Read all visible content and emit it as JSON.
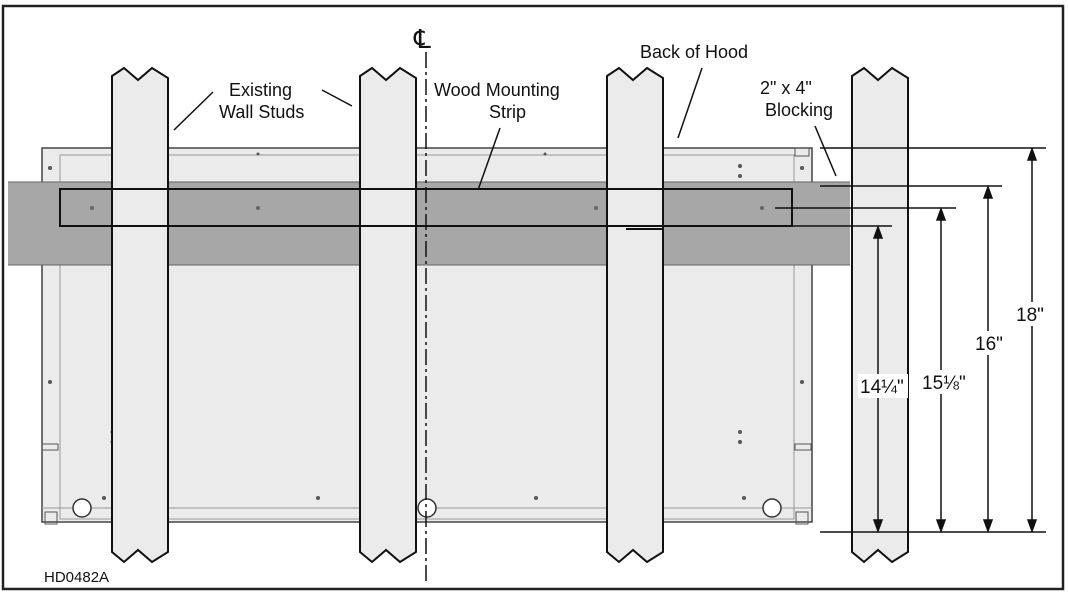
{
  "labels": {
    "existing_wall_studs": [
      "Existing",
      "Wall Studs"
    ],
    "wood_mounting_strip": [
      "Wood Mounting",
      "Strip"
    ],
    "back_of_hood": "Back of Hood",
    "blocking": [
      "2\" x 4\"",
      "Blocking"
    ],
    "centerline_symbol": "℄",
    "drawing_code": "HD0482A"
  },
  "dimensions": {
    "d_18": "18\"",
    "d_16": "16\"",
    "d_15_1_8": "15⅛\"",
    "d_14_1_4": "14¼\""
  },
  "colors": {
    "frame": "#222222",
    "hood_fill": "#ebebeb",
    "blocking_fill": "#a7a7a7",
    "stud_fill": "#ebebeb",
    "line": "#111111"
  }
}
